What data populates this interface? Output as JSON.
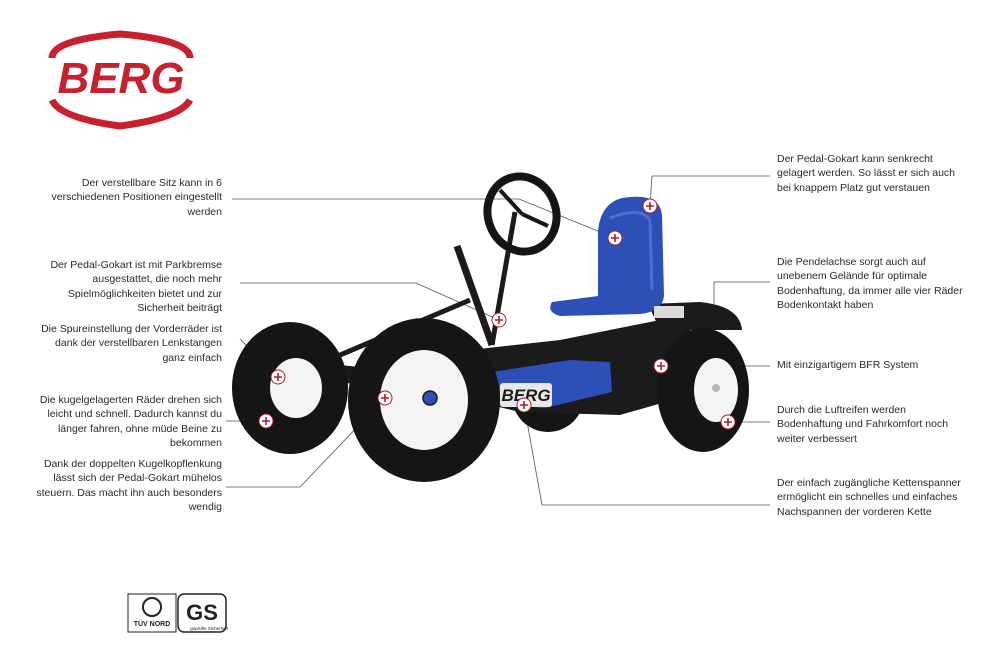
{
  "brand": {
    "logo_text": "BERG",
    "logo_color": "#c8202c",
    "body_plate_text": "BERG"
  },
  "colors": {
    "seat": "#2c50b8",
    "frame": "#1b1b1b",
    "tire": "#151515",
    "rim": "#f4f4f4",
    "hotspot": "#b01c28",
    "leader_line": "#555555"
  },
  "annotations": {
    "left": [
      "Der verstellbare Sitz kann in 6 verschiedenen Positionen eingestellt werden",
      "Der Pedal-Gokart ist mit Parkbremse ausgestattet, die noch mehr Spielmöglichkeiten bietet und zur Sicherheit beiträgt",
      "Die Spureinstellung der Vorderräder ist dank der verstellbaren Lenkstangen ganz einfach",
      "Die kugelgelagerten Räder drehen sich leicht und schnell. Dadurch kannst du länger fahren, ohne müde Beine zu bekommen",
      "Dank der doppelten Kugelkopflenkung lässt sich der Pedal-Gokart mühelos steuern. Das macht ihn auch besonders wendig"
    ],
    "right": [
      "Der Pedal-Gokart kann senkrecht gelagert werden. So lässt er sich auch bei knappem Platz gut verstauen",
      "Die Pendelachse sorgt auch auf unebenem Gelände für optimale Bodenhaftung, da immer alle vier Räder Bodenkontakt haben",
      "Mit einzigartigem BFR System",
      "Durch die Luftreifen werden Bodenhaftung und Fahrkomfort noch weiter verbessert",
      "Der einfach zugängliche Kettenspanner ermöglicht ein schnelles und einfaches Nachspannen der vorderen Kette"
    ]
  },
  "certification": {
    "tuv_text": "TÜV NORD",
    "gs_text": "GS",
    "gs_subtext": "geprüfte Sicherheit"
  }
}
